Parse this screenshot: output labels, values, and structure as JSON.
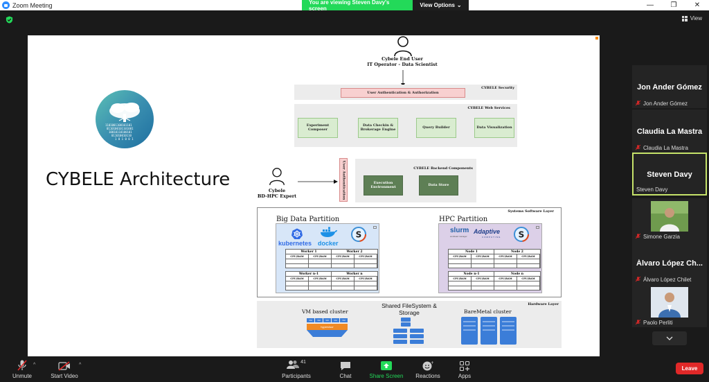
{
  "window": {
    "title": "Zoom Meeting"
  },
  "banner": {
    "viewing_text": "You are viewing Steven Davy's screen",
    "view_options_label": "View Options"
  },
  "header": {
    "view_label": "View"
  },
  "slide": {
    "title": "CYBELE Architecture",
    "end_user_line1": "Cybele End User",
    "end_user_line2": "IT Operator - Data Scientist",
    "security_label": "CYBELE Security",
    "auth_box": "User Authentication & Authorization",
    "web_services_label": "CYBELE Web Services",
    "web_services": [
      "Experiment Composer",
      "Data Checkin & Brokerage Engine",
      "Query Builder",
      "Data Visualization"
    ],
    "expert_line1": "Cybele",
    "expert_line2": "BD-HPC Expert",
    "vertical_auth": "User Authentication",
    "backend_label": "CYBELE Backend Components",
    "backend": [
      "Execution Environment",
      "Data Store"
    ],
    "systems_layer_label": "Systems Software Layer",
    "big_data_title": "Big Data Partition",
    "hpc_title": "HPC Partition",
    "kubernetes": "kubernetes",
    "docker": "docker",
    "slurm": "slurm",
    "slurm_sub": "workload manager",
    "adaptive": "Adaptive",
    "adaptive_sub": "COMPUTING",
    "cell_label": "CPU/RAM",
    "workers": [
      "Worker 1",
      "Worker 2",
      "Worker n-1",
      "Worker n"
    ],
    "nodes": [
      "Node 1",
      "Node 2",
      "Node n-1",
      "Node n"
    ],
    "hardware_layer_label": "Hardware Layer",
    "vm_cluster": "VM based cluster",
    "hypervisor": "hypervisor",
    "vm_label": "VM",
    "shared_fs_line1": "Shared FileSystem &",
    "shared_fs_line2": "Storage",
    "baremetal": "BareMetal cluster"
  },
  "participants": [
    {
      "display": "Jon Ander Gómez",
      "name": "Jon Ander Gómez",
      "type": "name"
    },
    {
      "display": "Claudia La Mastra",
      "name": "Claudia La Mastra",
      "type": "name"
    },
    {
      "display": "Steven Davy",
      "name": "Steven Davy",
      "type": "active"
    },
    {
      "display": "",
      "name": "Simone Garzia",
      "type": "photo"
    },
    {
      "display": "Álvaro López Ch...",
      "name": "Álvaro López Chilet",
      "type": "name"
    },
    {
      "display": "",
      "name": "Paolo Perliti",
      "type": "photo"
    }
  ],
  "toolbar": {
    "unmute": "Unmute",
    "start_video": "Start Video",
    "participants": "Participants",
    "participants_count": "41",
    "chat": "Chat",
    "share_screen": "Share Screen",
    "reactions": "Reactions",
    "apps": "Apps",
    "leave": "Leave"
  },
  "colors": {
    "accent_green": "#23d959",
    "leave_red": "#e02828",
    "active_border": "#c6e36a"
  }
}
